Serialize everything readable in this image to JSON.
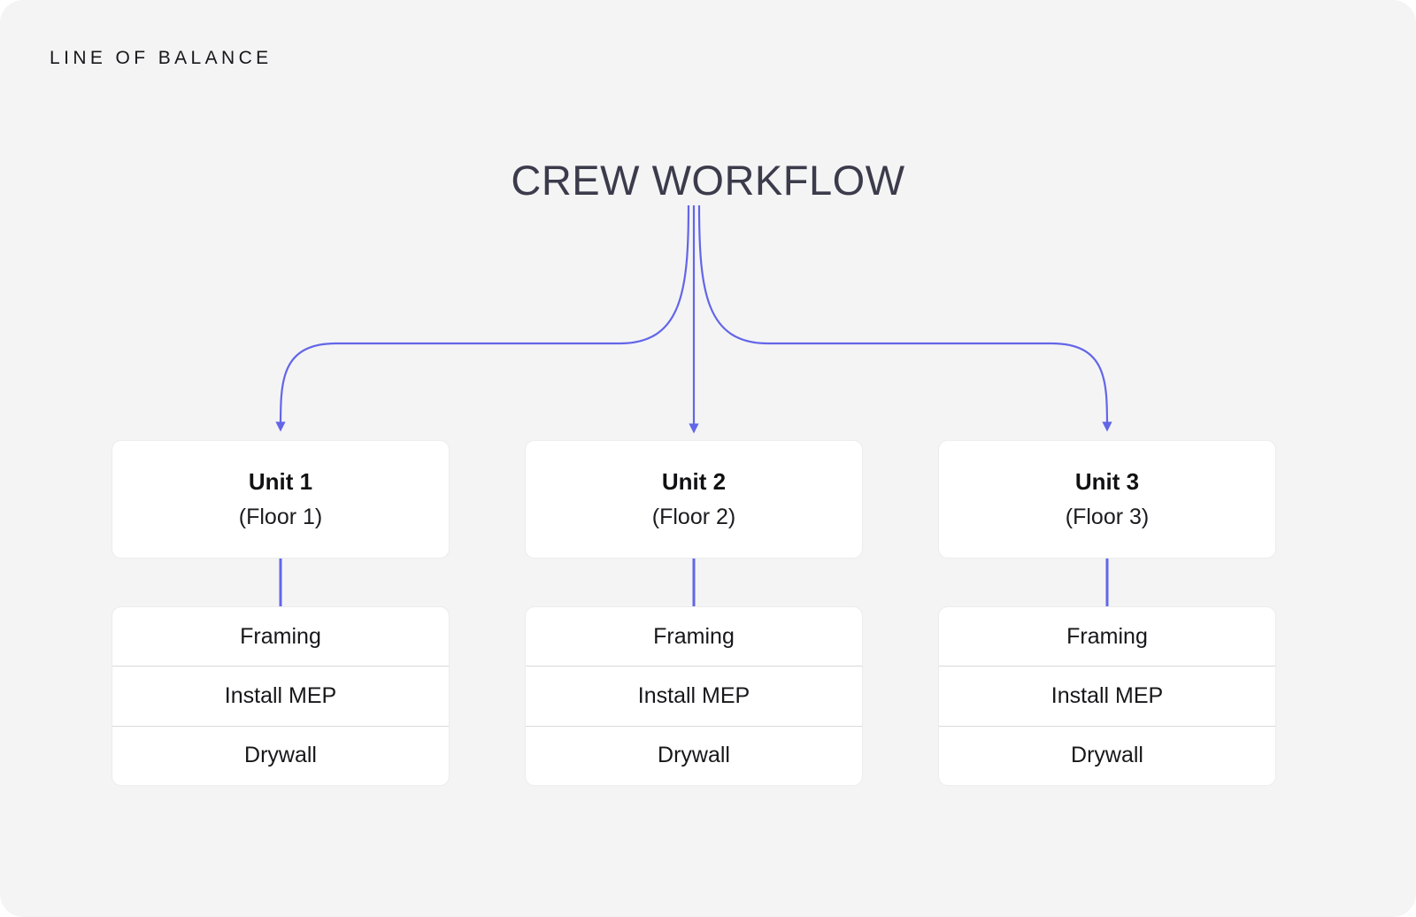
{
  "eyebrow": "LINE OF BALANCE",
  "title": "CREW WORKFLOW",
  "theme": {
    "canvas_bg": "#f4f4f5",
    "card_bg": "#ffffff",
    "connector": "#6366e8",
    "divider": "#d9d9d9",
    "title_color": "#3b3b4b",
    "text_color": "#17171a"
  },
  "columns": [
    {
      "unit": "Unit 1",
      "floor": "(Floor 1)",
      "tasks": [
        "Framing",
        "Install MEP",
        "Drywall"
      ]
    },
    {
      "unit": "Unit 2",
      "floor": "(Floor 2)",
      "tasks": [
        "Framing",
        "Install MEP",
        "Drywall"
      ]
    },
    {
      "unit": "Unit 3",
      "floor": "(Floor 3)",
      "tasks": [
        "Framing",
        "Install MEP",
        "Drywall"
      ]
    }
  ]
}
